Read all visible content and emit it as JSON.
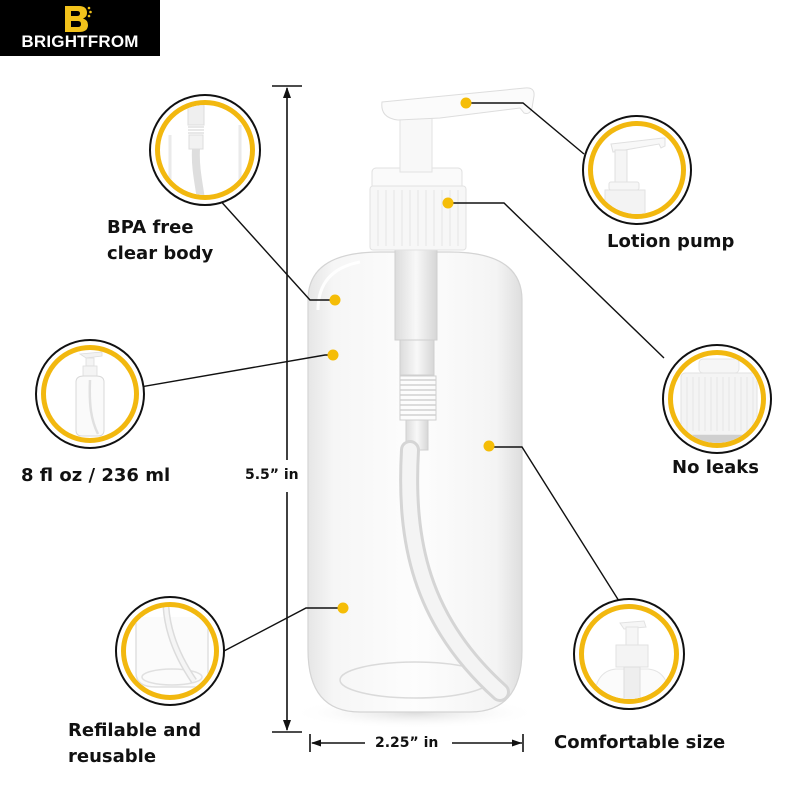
{
  "brand": {
    "name": "BRIGHTFROM",
    "logo_icon": "spray-bottle-b-icon",
    "background": "#000000",
    "accent": "#f2c21b"
  },
  "colors": {
    "accent_ring": "#f2b80f",
    "dot": "#f5bd07",
    "line": "#111111",
    "text": "#111111"
  },
  "features": [
    {
      "id": "bpa-free",
      "label_line1": "BPA free",
      "label_line2": "clear body",
      "icon": "pump-tube-closeup"
    },
    {
      "id": "volume",
      "label": "8 fl oz / 236 ml",
      "icon": "full-bottle-thumbnail"
    },
    {
      "id": "refillable",
      "label_line1": "Refilable and",
      "label_line2": "reusable",
      "icon": "bottle-bottom-closeup"
    },
    {
      "id": "lotion-pump",
      "label": "Lotion pump",
      "icon": "pump-head-closeup"
    },
    {
      "id": "no-leaks",
      "label": "No leaks",
      "icon": "ribbed-cap-closeup"
    },
    {
      "id": "comfortable-size",
      "label": "Comfortable size",
      "icon": "bottle-neck-closeup"
    }
  ],
  "dimensions": {
    "height": "5.5” in",
    "width": "2.25” in"
  }
}
